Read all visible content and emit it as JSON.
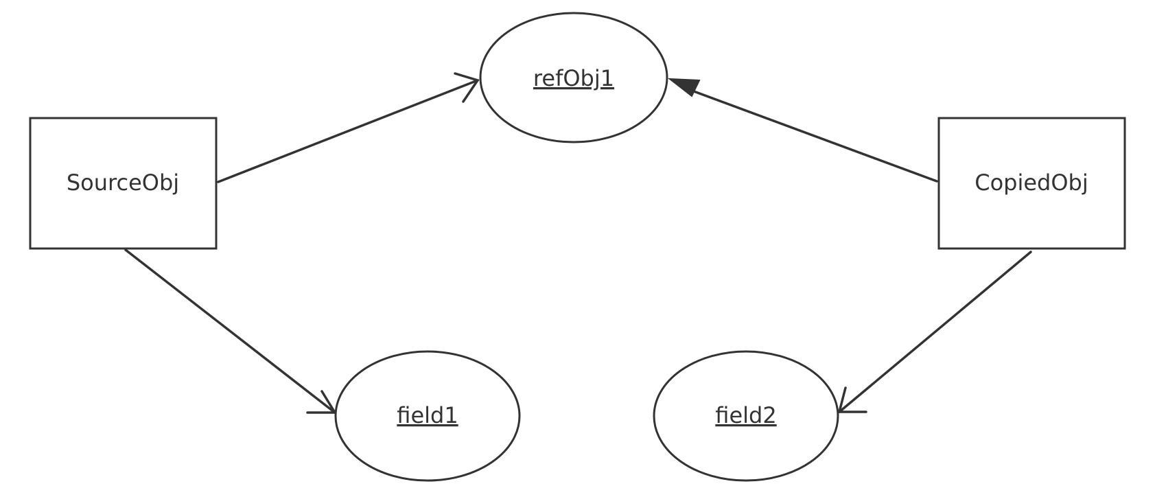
{
  "diagram": {
    "colors": {
      "stroke": "#333333",
      "fill": "#ffffff",
      "text": "#333333"
    },
    "nodes": {
      "source_obj": {
        "label": "SourceObj",
        "shape": "rectangle"
      },
      "copied_obj": {
        "label": "CopiedObj",
        "shape": "rectangle"
      },
      "ref_obj1": {
        "label": "refObj1",
        "shape": "ellipse",
        "underlined": true
      },
      "field1": {
        "label": "field1",
        "shape": "ellipse",
        "underlined": true
      },
      "field2": {
        "label": "field2",
        "shape": "ellipse",
        "underlined": true
      }
    },
    "edges": [
      {
        "from": "SourceObj",
        "to": "refObj1",
        "arrowhead": "open"
      },
      {
        "from": "CopiedObj",
        "to": "refObj1",
        "arrowhead": "filled"
      },
      {
        "from": "SourceObj",
        "to": "field1",
        "arrowhead": "open"
      },
      {
        "from": "CopiedObj",
        "to": "field2",
        "arrowhead": "open"
      }
    ]
  }
}
